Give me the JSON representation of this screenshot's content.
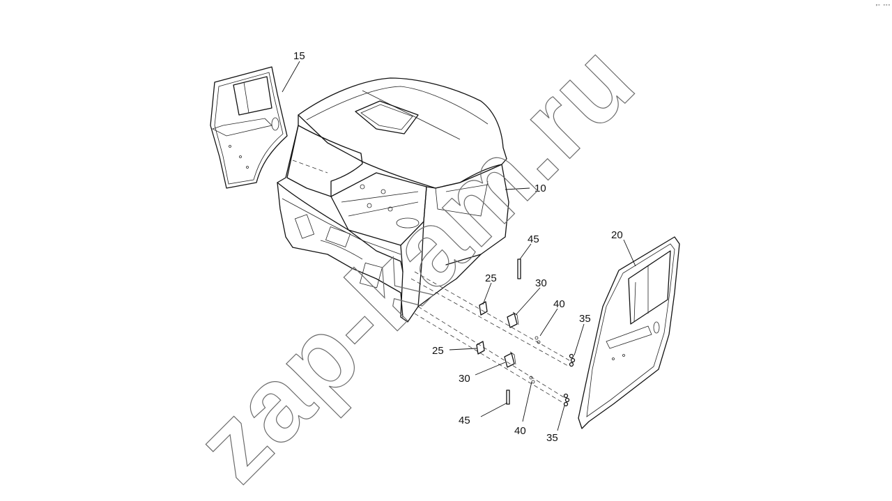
{
  "watermark": "zap-kam.ru",
  "corner_mark": "ᵍᵒ ᵒᵒᵒ",
  "callouts": {
    "c10": "10",
    "c15": "15",
    "c20": "20",
    "c25a": "25",
    "c25b": "25",
    "c30a": "30",
    "c30b": "30",
    "c35a": "35",
    "c35b": "35",
    "c40a": "40",
    "c40b": "40",
    "c45a": "45",
    "c45b": "45"
  }
}
